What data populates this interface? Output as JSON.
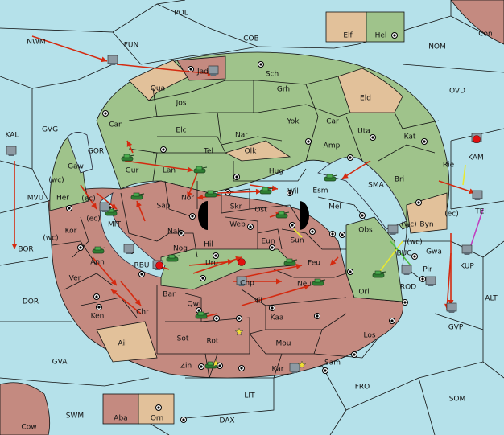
{
  "map": {
    "provinces": {
      "pol": "POL",
      "fun": "FUN",
      "cob": "COB",
      "nwm": "NWM",
      "nom": "NOM",
      "con": "Con",
      "elf": "Elf",
      "hel": "Hel",
      "ovd": "OVD",
      "kal": "KAL",
      "gvg": "GVG",
      "gor": "GOR",
      "mvu": "MVU",
      "bor": "BOR",
      "dor": "DOR",
      "gva": "GVA",
      "swm": "SWM",
      "cow": "Cow",
      "aba": "Aba",
      "orn": "Orn",
      "dax": "DAX",
      "lit": "LIT",
      "fro": "FRO",
      "som": "SOM",
      "alt": "ALT",
      "gvp": "GVP",
      "kup": "KUP",
      "tei": "TEI",
      "kam": "KAM",
      "rie": "Rie",
      "jad": "Jad",
      "sch": "Sch",
      "qua": "Qua",
      "jos": "Jos",
      "grh": "Grh",
      "eld": "Eld",
      "can": "Can",
      "elc": "Elc",
      "nar": "Nar",
      "yok": "Yok",
      "car": "Car",
      "uta": "Uta",
      "kat": "Kat",
      "tel": "Tel",
      "olk": "Olk",
      "amp": "Amp",
      "gur": "Gur",
      "lan": "Lan",
      "hug": "Hug",
      "esm": "Esm",
      "bri": "Bri",
      "sma": "SMA",
      "gaw": "Gaw",
      "her": "Her",
      "wil": "Wil",
      "nor": "Nor",
      "skr": "Skr",
      "sap": "Sap",
      "ost": "Ost",
      "mel": "Mel",
      "web": "Web",
      "byn": "Byn",
      "kor": "Kor",
      "nab": "Nab",
      "eun": "Eun",
      "sun": "Sun",
      "obs": "Obs",
      "mit": "MIT",
      "hil": "Hil",
      "nog": "Nog",
      "bue": "BUC",
      "gwa": "Gwa",
      "ann": "Ann",
      "rbu": "RBU",
      "uru": "Uru",
      "feu": "Feu",
      "pir": "Pir",
      "ver": "Ver",
      "chp": "Chp",
      "rod": "ROD",
      "bar": "Bar",
      "neu": "Neu",
      "orl": "Orl",
      "qwi": "Qwi",
      "nil": "Nil",
      "ken": "Ken",
      "chr": "Chr",
      "kaa": "Kaa",
      "los": "Los",
      "ail": "Ail",
      "sot": "Sot",
      "rot": "Rot",
      "mou": "Mou",
      "zin": "Zin",
      "kar": "Kar",
      "sam": "Sam"
    },
    "annotations": {
      "wc1": "(wc)",
      "ec1": "(ec)",
      "ec2": "(ec)",
      "wc2": "(wc)",
      "wc3": "(wc)",
      "ec3": "(ec)",
      "wc4": "(wc)"
    },
    "colors": {
      "sea": "#b5e1ea",
      "power_green": "#9fc38b",
      "power_red": "#c48a80",
      "neutral": "#e2c19a",
      "order_arrow": "#d42a10",
      "support_yellow": "#e8e830",
      "support_green": "#4fc040",
      "convoy_magenta": "#c040c0"
    }
  }
}
